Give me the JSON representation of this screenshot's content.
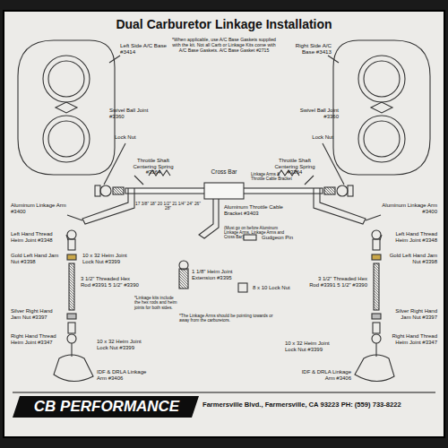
{
  "diagram": {
    "title": "Dual Carburetor Linkage Installation",
    "labels": [
      "Left Side A/C Base #3414",
      "Right Side A/C Base #3413",
      "*When applicable, use A/C Base Gaskets supplied with the kit. Not all Carb or Linkage Kits come with A/C Base Gaskets. A/C Base Gasket #2715",
      "Throttle Shaft Centering Spring #3364",
      "Throttle Shaft Centering Spring #3364",
      "Cross Bar",
      "17 3/8\" 18\" 20 1/2\" 21 1/4\" 24\" 26\" 28\"",
      "Lock Nut",
      "Lock Nut",
      "Swivel Ball Joint #3360",
      "Swivel Ball Joint #3360",
      "Aluminum Linkage Arm #3400",
      "Aluminum Linkage Arm #3400",
      "Aluminum Throttle Cable Bracket #3403",
      "(Must go on before Aluminum Linkage Arms, Linkage Arms and Cross Bar)",
      "Linkage Arms & Throttle Cable Bracket",
      "Gudgeon Pin",
      "Left Hand Thread Heim Joint #3348",
      "Gold Left Hand Jam Nut #3398",
      "10 x 32 Heim Joint Lock Nut #3399",
      "3 1/2\" Threaded Hex Rod #3391 5 1/2\" #3390",
      "Silver Right Hand Jam Nut #3397",
      "Right Hand Thread Heim Joint #3347",
      "IDF & DRLA Linkage Arm #3406",
      "10 x 32 Heim Joint Lock Nut #3399",
      "1 1/8\" Heim Joint Extension #3395",
      "8 x 10 Lock Nut",
      "Left Hand Thread Heim Joint #3348",
      "Gold Left Hand Jam Nut #3398",
      "3 1/2\" Threaded Hex Rod #3391 5 1/2\" #3390",
      "Silver Right Hand Jam Nut #3397",
      "Right Hand Thread Heim Joint #3347",
      "10 x 32 Heim Joint Lock Nut #3399",
      "IDF & DRLA Linkage Arm #3406",
      "*The Linkage Arms should be pointing towards or away from the carburetors.",
      "*Linkage kits include the hex rods and heim joints for both sides.",
      "CB PERFORMANCE",
      "Farmersville Blvd., Farmersville, CA 93223 PH: (559) 733-8222"
    ]
  }
}
